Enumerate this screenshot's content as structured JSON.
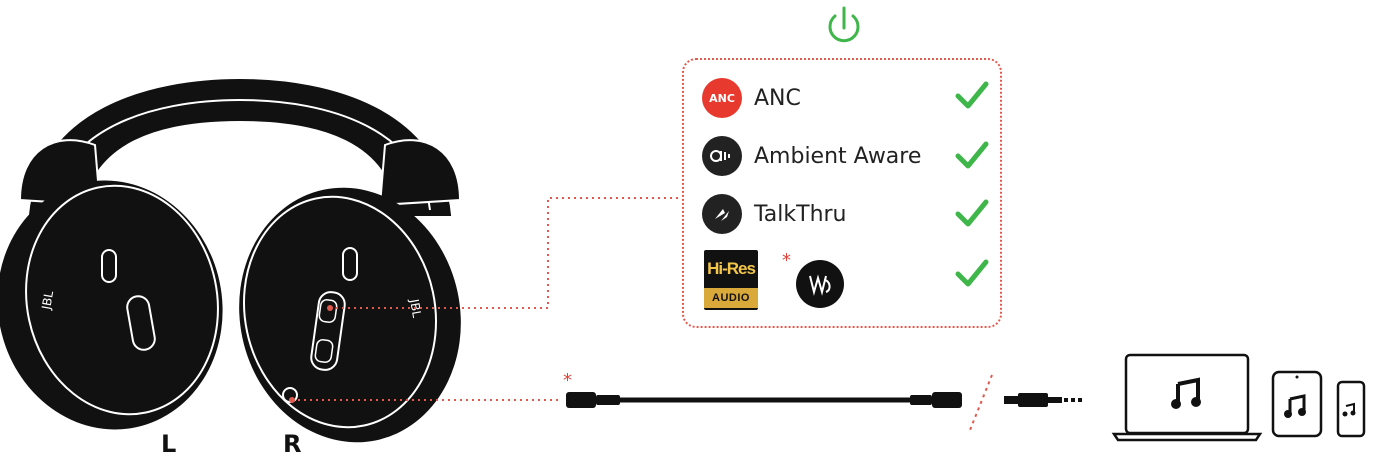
{
  "features": [
    {
      "label": "ANC",
      "icon": "anc-icon",
      "badge_text": "ANC",
      "badge_color": "#e8392f"
    },
    {
      "label": "Ambient Aware",
      "icon": "ambient-aware-icon",
      "badge_text": "",
      "badge_color": "#222222"
    },
    {
      "label": "TalkThru",
      "icon": "talkthru-icon",
      "badge_text": "",
      "badge_color": "#222222"
    }
  ],
  "hires": {
    "top": "Hi-Res",
    "bottom": "AUDIO"
  },
  "asterisk": "*",
  "ear_labels": {
    "left": "L",
    "right": "R"
  },
  "colors": {
    "check": "#3fb64a",
    "power": "#3fb64a",
    "dotted": "#e25a4f"
  }
}
